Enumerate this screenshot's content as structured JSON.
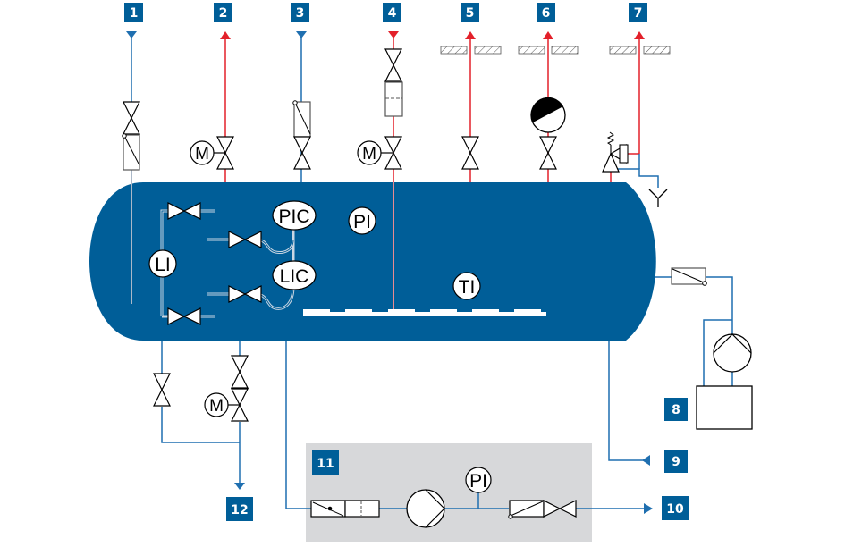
{
  "diagram": {
    "title": "Vessel P&ID",
    "colors": {
      "vessel": "#005e98",
      "cold_line": "#1f6fb0",
      "hot_line": "#e3202a",
      "label_bg": "#005e98",
      "label_text": "#ffffff",
      "module_bg": "#d7d8da",
      "symbol_stroke": "#1a1a1a"
    },
    "nozzle_labels": [
      "1",
      "2",
      "3",
      "4",
      "5",
      "6",
      "7",
      "8",
      "9",
      "10",
      "11",
      "12"
    ],
    "instruments": {
      "li": "LI",
      "pic": "PIC",
      "lic": "LIC",
      "pi_vessel": "PI",
      "ti": "TI",
      "pi_module": "PI"
    },
    "motor_symbol": "M"
  }
}
